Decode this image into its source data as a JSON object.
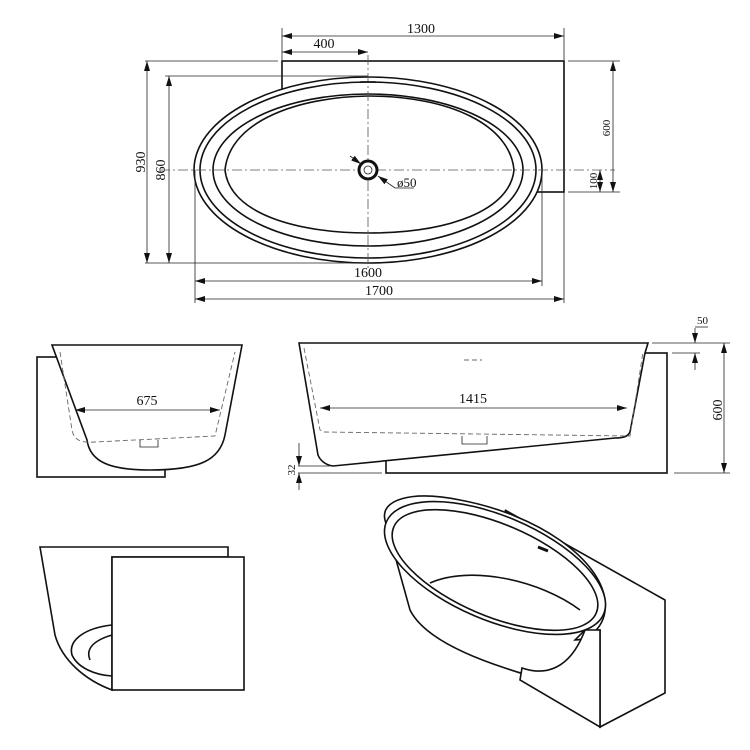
{
  "top_view": {
    "dim_1300": "1300",
    "dim_400": "400",
    "dim_930": "930",
    "dim_860": "860",
    "dim_1600": "1600",
    "dim_1700": "1700",
    "dim_600": "600",
    "dim_100": "100",
    "drain_diameter": "ø50"
  },
  "end_view": {
    "dim_675": "675"
  },
  "side_view": {
    "dim_1415": "1415",
    "dim_50": "50",
    "dim_600": "600",
    "dim_32": "32"
  }
}
